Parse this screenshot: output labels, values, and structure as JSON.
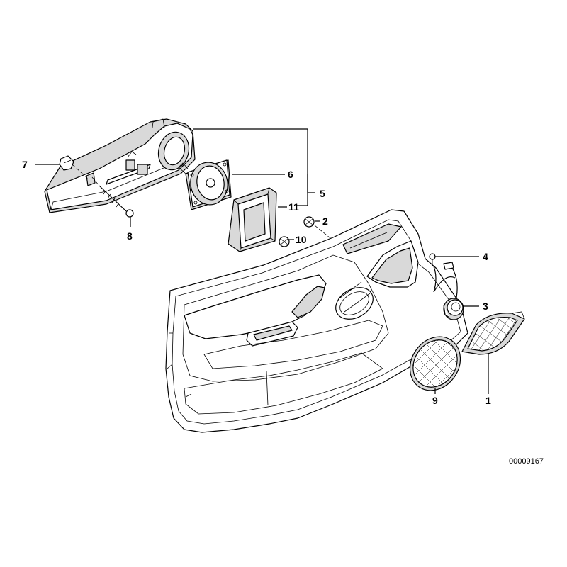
{
  "callouts": {
    "p1": "1",
    "p2": "2",
    "p3": "3",
    "p4": "4",
    "p5": "5",
    "p6": "6",
    "p7": "7",
    "p8": "8",
    "p9": "9",
    "p10": "10",
    "p11": "11"
  },
  "reference_number": "00009167"
}
